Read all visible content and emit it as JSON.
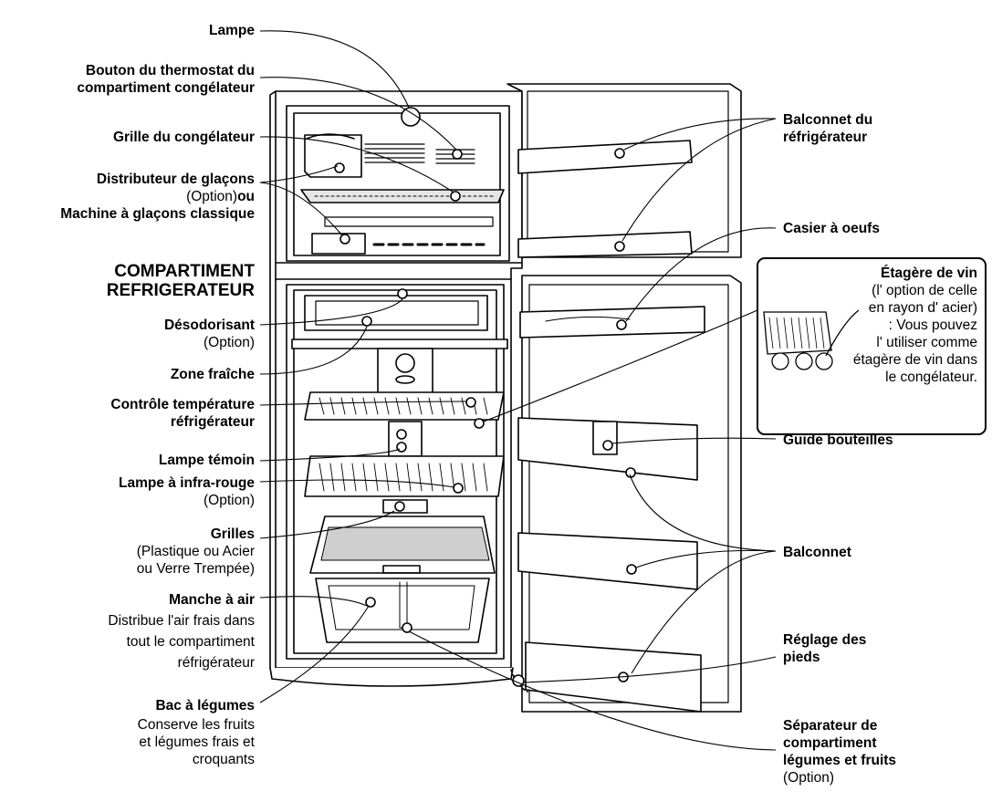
{
  "labels": {
    "lampe": "Lampe",
    "thermostat_congelateur": [
      "Bouton du thermostat du",
      "compartiment congélateur"
    ],
    "grille_congelateur": "Grille du congélateur",
    "distributeur_glacons": {
      "title": "Distributeur de glaçons",
      "option_prefix": "(Option)",
      "option_suffix": "ou",
      "alt": "Machine à glaçons classique"
    },
    "compartiment_heading": [
      "COMPARTIMENT",
      "REFRIGERATEUR"
    ],
    "desodorisant": {
      "title": "Désodorisant",
      "note": "(Option)"
    },
    "zone_fraiche": "Zone fraîche",
    "controle_temperature": [
      "Contrôle température",
      "réfrigérateur"
    ],
    "lampe_temoin": "Lampe témoin",
    "lampe_infrarouge": {
      "title": "Lampe à infra-rouge",
      "note": "(Option)"
    },
    "grilles": {
      "title": "Grilles",
      "notes": [
        "(Plastique ou Acier",
        "ou Verre Trempée)"
      ]
    },
    "manche_air": {
      "title": "Manche à air",
      "notes": [
        "Distribue l'air frais dans",
        "tout le compartiment",
        "réfrigérateur"
      ]
    },
    "bac_legumes": {
      "title": "Bac à légumes",
      "notes": [
        "Conserve les fruits",
        "et légumes frais et",
        "croquants"
      ]
    },
    "balconnet_refrigerateur": [
      "Balconnet du",
      "réfrigérateur"
    ],
    "casier_oeufs": "Casier à oeufs",
    "etagere_vin": {
      "title": "Étagère de vin",
      "notes": [
        "(l' option de celle",
        "en rayon d' acier)",
        ": Vous pouvez",
        "l' utiliser comme",
        "étagère de vin dans",
        "le congélateur."
      ]
    },
    "guide_bouteilles": "Guide bouteilles",
    "balconnet": "Balconnet",
    "reglage_pieds": [
      "Réglage des",
      "pieds"
    ],
    "separateur": {
      "title": [
        "Séparateur de",
        "compartiment",
        "légumes et fruits"
      ],
      "note": "(Option)"
    }
  },
  "colors": {
    "line": "#000000",
    "fill": "#ffffff",
    "shade": "#cfcfcf"
  }
}
